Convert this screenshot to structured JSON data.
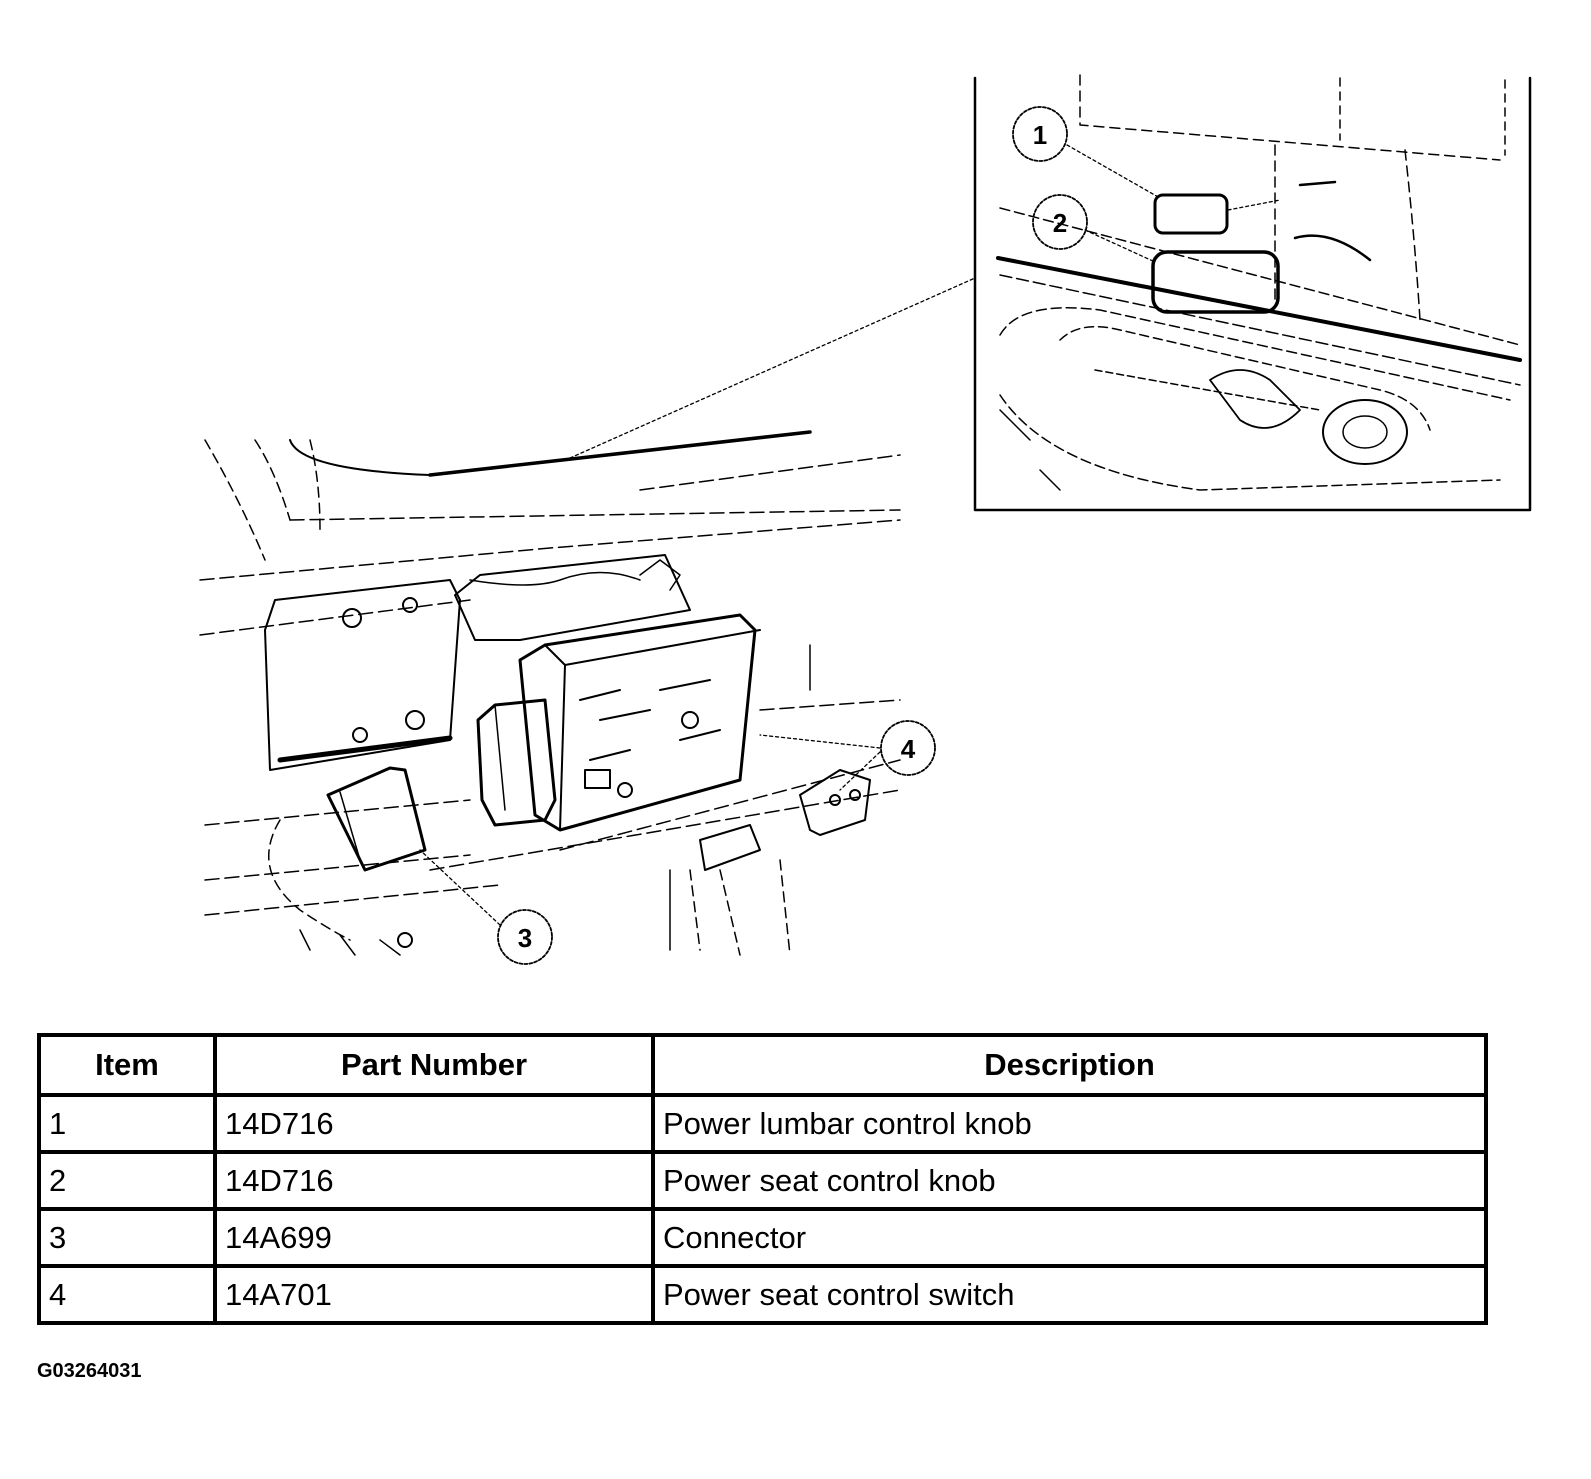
{
  "callouts": {
    "c1": "1",
    "c2": "2",
    "c3": "3",
    "c4": "4"
  },
  "table": {
    "headers": {
      "item": "Item",
      "part_number": "Part Number",
      "description": "Description"
    },
    "rows": [
      {
        "item": "1",
        "part_number": "14D716",
        "description": "Power lumbar control knob"
      },
      {
        "item": "2",
        "part_number": "14D716",
        "description": "Power seat control knob"
      },
      {
        "item": "3",
        "part_number": "14A699",
        "description": "Connector"
      },
      {
        "item": "4",
        "part_number": "14A701",
        "description": "Power seat control switch"
      }
    ]
  },
  "figure_id": "G03264031"
}
